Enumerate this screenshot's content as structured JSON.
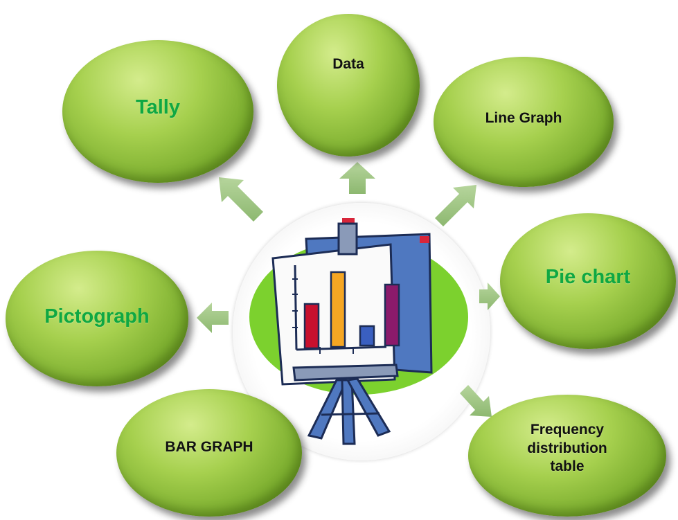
{
  "diagram": {
    "center": {
      "icon": "presentation-easel-bar-chart-icon"
    },
    "nodes": [
      {
        "id": "data",
        "label": "Data"
      },
      {
        "id": "tally",
        "label": "Tally"
      },
      {
        "id": "line-graph",
        "label": "Line Graph"
      },
      {
        "id": "pie-chart",
        "label": "Pie chart"
      },
      {
        "id": "pictograph",
        "label": "Pictograph"
      },
      {
        "id": "bar-graph",
        "label": "BAR GRAPH"
      },
      {
        "id": "frequency-table",
        "label": "Frequency\ndistribution\ntable"
      }
    ],
    "colors": {
      "bubble": "#8cbc3a",
      "label_dark": "#111111",
      "label_green": "#0fa843",
      "arrow": "#a6cc84",
      "easel_blue": "#4f78c0",
      "easel_green_backdrop": "#7cd12e",
      "bar_red": "#c8102e",
      "bar_orange": "#f5a623",
      "bar_blue": "#3a5fc0",
      "bar_purple": "#8b1a6b"
    }
  }
}
